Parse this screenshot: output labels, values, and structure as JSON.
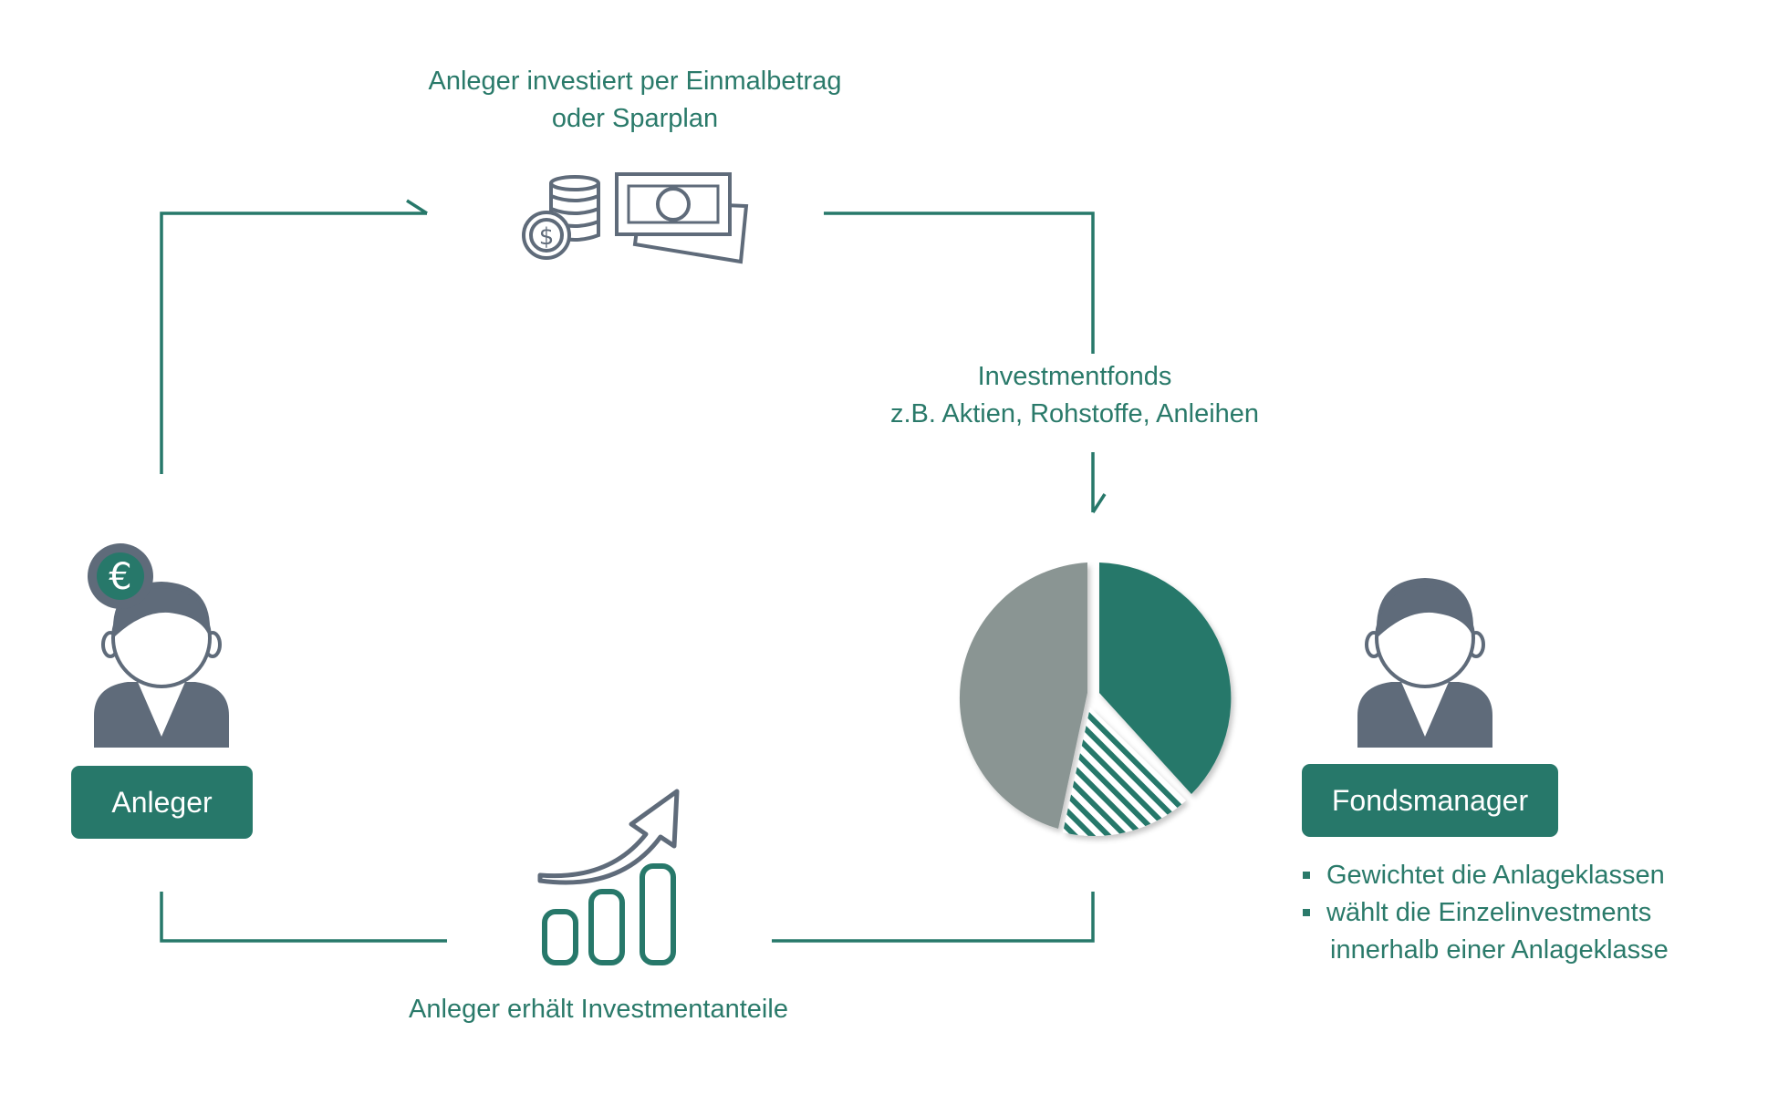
{
  "colors": {
    "teal": "#27786a",
    "text": "#2a7a6a",
    "slate": "#5f6b7a",
    "grey": "#8a9593",
    "white": "#ffffff"
  },
  "steps": {
    "invest": [
      "Anleger investiert per Einmalbetrag",
      "oder Sparplan"
    ],
    "fund": [
      "Investmentfonds",
      "z.B. Aktien, Rohstoffe, Anleihen"
    ],
    "receive": "Anleger erhält Investmentanteile"
  },
  "actors": {
    "investor": {
      "label": "Anleger",
      "badge_icon": "euro-icon",
      "badge_symbol": "€"
    },
    "manager": {
      "label": "Fondsmanager",
      "tasks": [
        {
          "text": "Gewichtet die Anlageklassen"
        },
        {
          "text": "wählt die Einzelinvestments",
          "continuation": "innerhalb einer Anlageklasse"
        }
      ]
    }
  },
  "icons": [
    "money-icon",
    "growth-chart-icon",
    "person-icon",
    "pie-chart-icon"
  ]
}
